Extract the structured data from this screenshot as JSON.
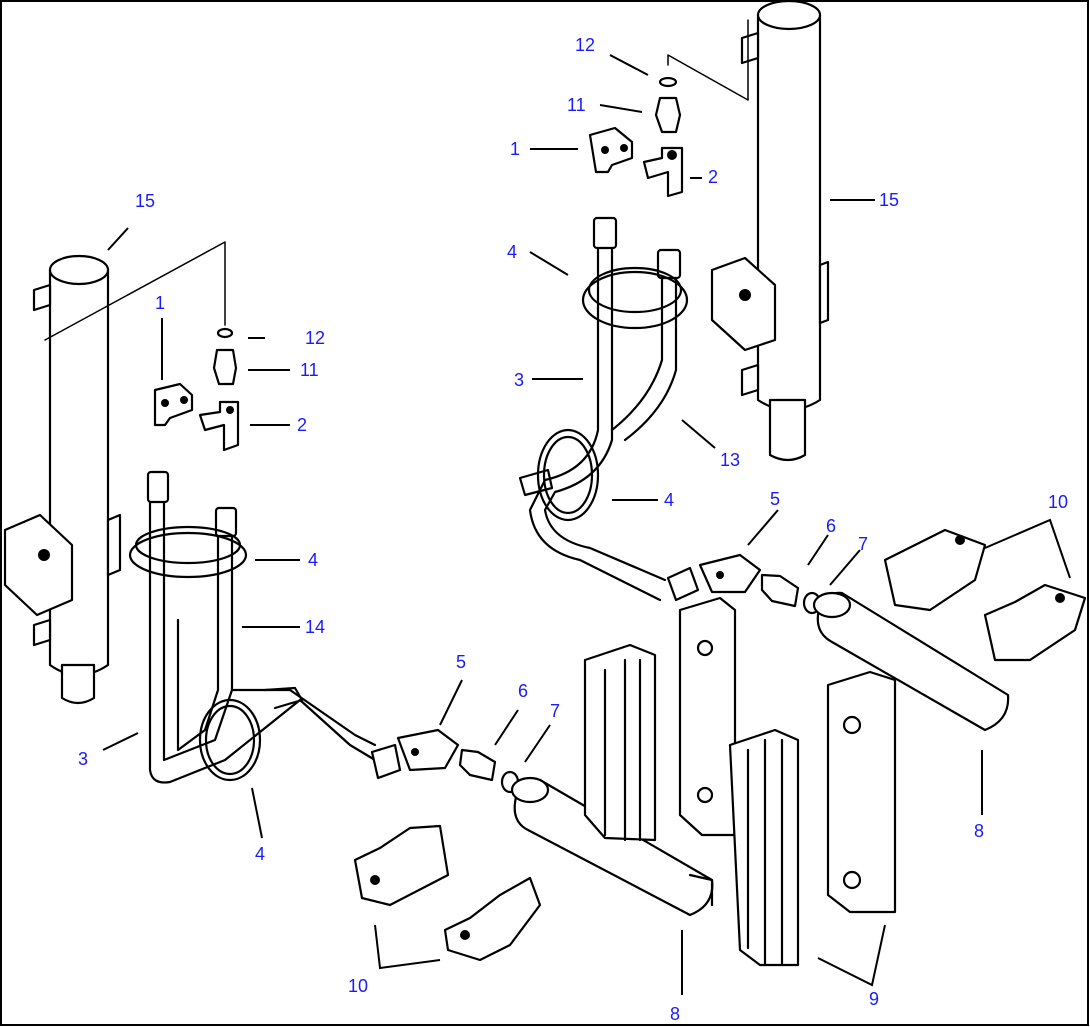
{
  "callouts": {
    "c15_left": "15",
    "c1_left": "1",
    "c12_left": "12",
    "c11_left": "11",
    "c2_left": "2",
    "c4_left_a": "4",
    "c14": "14",
    "c3_left": "3",
    "c4_left_b": "4",
    "c5_left": "5",
    "c6_left": "6",
    "c7_left": "7",
    "c10_left": "10",
    "c8_left": "8",
    "c12_right": "12",
    "c11_right": "11",
    "c1_right": "1",
    "c2_right": "2",
    "c15_right": "15",
    "c4_right_a": "4",
    "c3_right": "3",
    "c13": "13",
    "c4_right_b": "4",
    "c5_right": "5",
    "c6_right": "6",
    "c7_right": "7",
    "c10_right": "10",
    "c8_right": "8",
    "c9": "9"
  },
  "colors": {
    "callout_text": "#1a1aff",
    "line": "#000000",
    "background": "#ffffff"
  }
}
